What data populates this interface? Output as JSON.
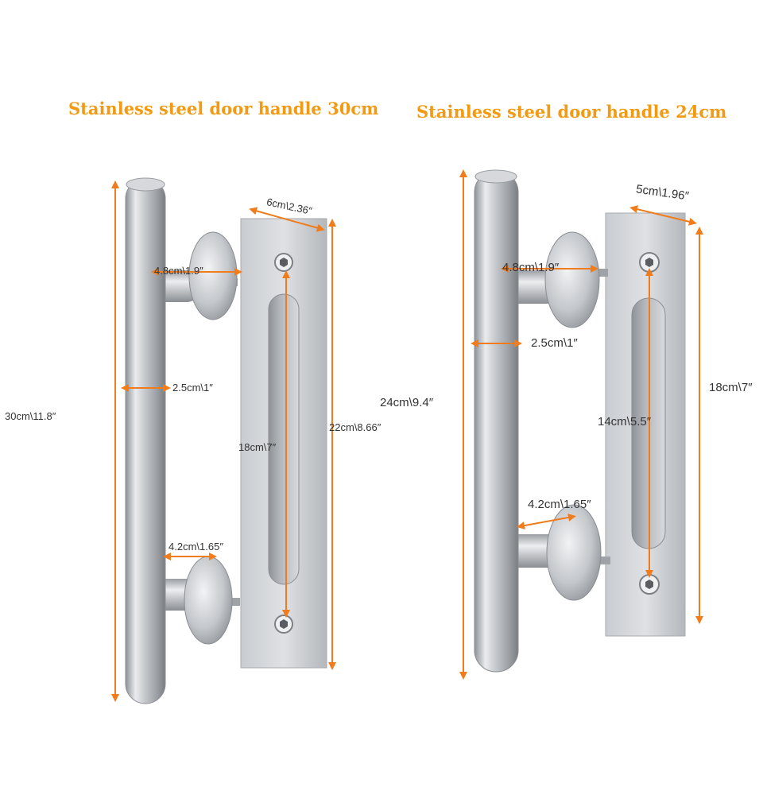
{
  "left": {
    "title": "Stainless steel door handle 30cm",
    "labels": {
      "total_length": "30cm\\11.8″",
      "plate_width": "6cm\\2.36″",
      "standoff_top": "4.8cm\\1.9″",
      "bar_diameter": "2.5cm\\1″",
      "plate_length": "22cm\\8.66″",
      "hole_spacing": "18cm\\7″",
      "standoff_bottom": "4.2cm\\1.65″"
    }
  },
  "right": {
    "title": "Stainless steel door handle 24cm",
    "labels": {
      "total_length": "24cm\\9.4″",
      "plate_width": "5cm\\1.96″",
      "standoff_top": "4.8cm\\1.9″",
      "bar_diameter": "2.5cm\\1″",
      "plate_length": "18cm\\7″",
      "hole_spacing": "14cm\\5.5″",
      "standoff_bottom": "4.2cm\\1.65″"
    }
  },
  "colors": {
    "title": "#f29a12",
    "dimension_line": "#f07c1c",
    "steel": "#b9bcc0"
  }
}
